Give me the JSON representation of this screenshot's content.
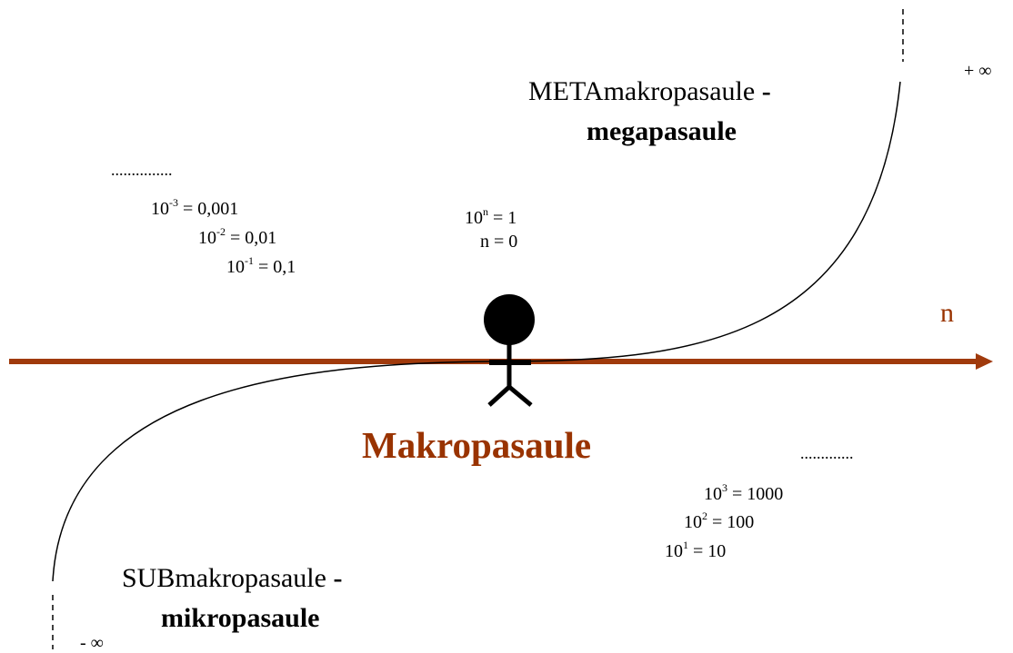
{
  "diagram": {
    "axis_label": "n",
    "center_title": "Makropasaule",
    "top_right": {
      "line1": "METAmakropasaule",
      "dash": "-",
      "line2": "megapasaule"
    },
    "bottom_left": {
      "line1": "SUBmakropasaule",
      "dash": "-",
      "line2": "mikropasaule"
    },
    "plus_infinity": "+ ∞",
    "minus_infinity": "- ∞",
    "dots_left": "...............",
    "dots_right": ".............",
    "center_eq": {
      "base": "10",
      "exp": "n",
      "rest": " = 1",
      "second": "n = 0"
    },
    "negative_powers": [
      {
        "base": "10",
        "exp": "-3",
        "rest": " = 0,001"
      },
      {
        "base": "10",
        "exp": "-2",
        "rest": " = 0,01"
      },
      {
        "base": "10",
        "exp": "-1",
        "rest": " = 0,1"
      }
    ],
    "positive_powers": [
      {
        "base": "10",
        "exp": "3",
        "rest": " = 1000"
      },
      {
        "base": "10",
        "exp": "2",
        "rest": " = 100"
      },
      {
        "base": "10",
        "exp": "1",
        "rest": " = 10"
      }
    ],
    "colors": {
      "axis": "#a03a0c",
      "title": "#993300",
      "curve": "#000000"
    }
  }
}
